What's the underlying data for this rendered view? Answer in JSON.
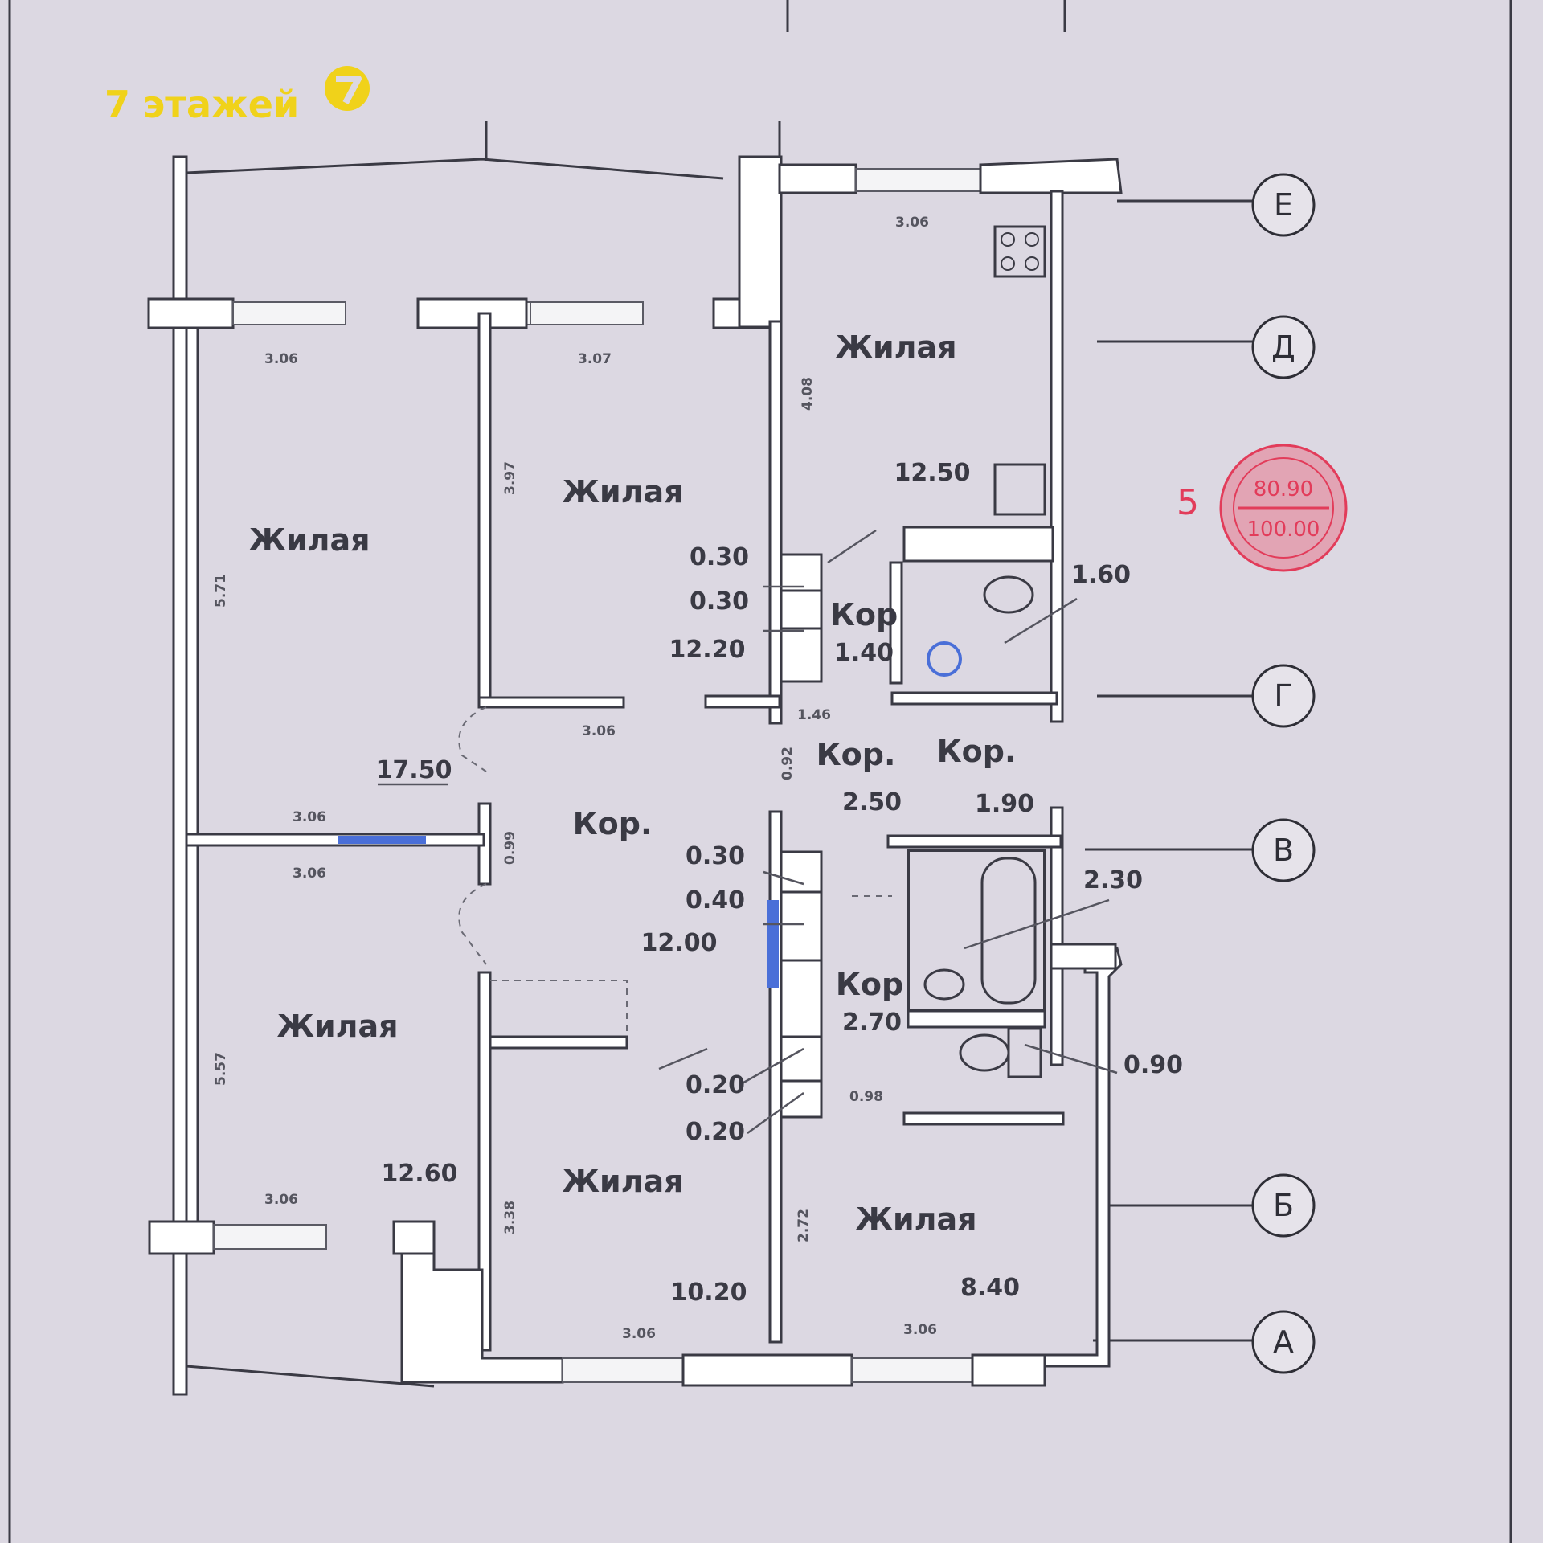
{
  "logo": {
    "text": "7 этажей",
    "color": "#f0d21a"
  },
  "stamp": {
    "prefix": "5",
    "top": "80.90",
    "bottom": "100.00",
    "color": "#e23c5a"
  },
  "axes": [
    "Е",
    "Д",
    "Г",
    "В",
    "Б",
    "А"
  ],
  "rooms": {
    "living_nw": {
      "label": "Жилая",
      "area": "17.50"
    },
    "living_n": {
      "label": "Жилая",
      "area": "12.20"
    },
    "living_ne": {
      "label": "Жилая",
      "area": "12.50"
    },
    "living_sw": {
      "label": "Жилая",
      "area": "12.60"
    },
    "living_s": {
      "label": "Жилая",
      "area": "10.20"
    },
    "living_se": {
      "label": "Жилая",
      "area": "8.40"
    },
    "corridor_center": {
      "label": "Кор.",
      "area": "12.00"
    },
    "corridor_mid": {
      "label": "Кор.",
      "area": "2.50"
    },
    "corridor_east": {
      "label": "Кор.",
      "area": "1.90"
    },
    "corridor_upper": {
      "label": "Кор",
      "area": "1.40"
    },
    "corridor_lower": {
      "label": "Кор",
      "area": "2.70"
    },
    "wc_upper": {
      "area": "1.60"
    },
    "bath_lower": {
      "area": "2.30"
    },
    "wc_lower": {
      "area": "0.90"
    }
  },
  "closets": [
    "0.30",
    "0.30",
    "0.30",
    "0.40",
    "0.20",
    "0.20"
  ],
  "dimensions": {
    "d_306_top_left": "3.06",
    "d_307": "3.07",
    "d_306_kitchen": "3.06",
    "d_306_center": "3.06",
    "d_306_mid_a": "3.06",
    "d_306_mid_b": "3.06",
    "d_306_lower_left": "3.06",
    "d_306_bottom_a": "3.06",
    "d_306_bottom_b": "3.06",
    "d_571": "5.71",
    "d_557": "5.57",
    "d_397": "3.97",
    "d_408": "4.08",
    "d_146": "1.46",
    "d_092": "0.92",
    "d_099": "0.99",
    "d_338": "3.38",
    "d_272": "2.72",
    "d_098": "0.98"
  }
}
